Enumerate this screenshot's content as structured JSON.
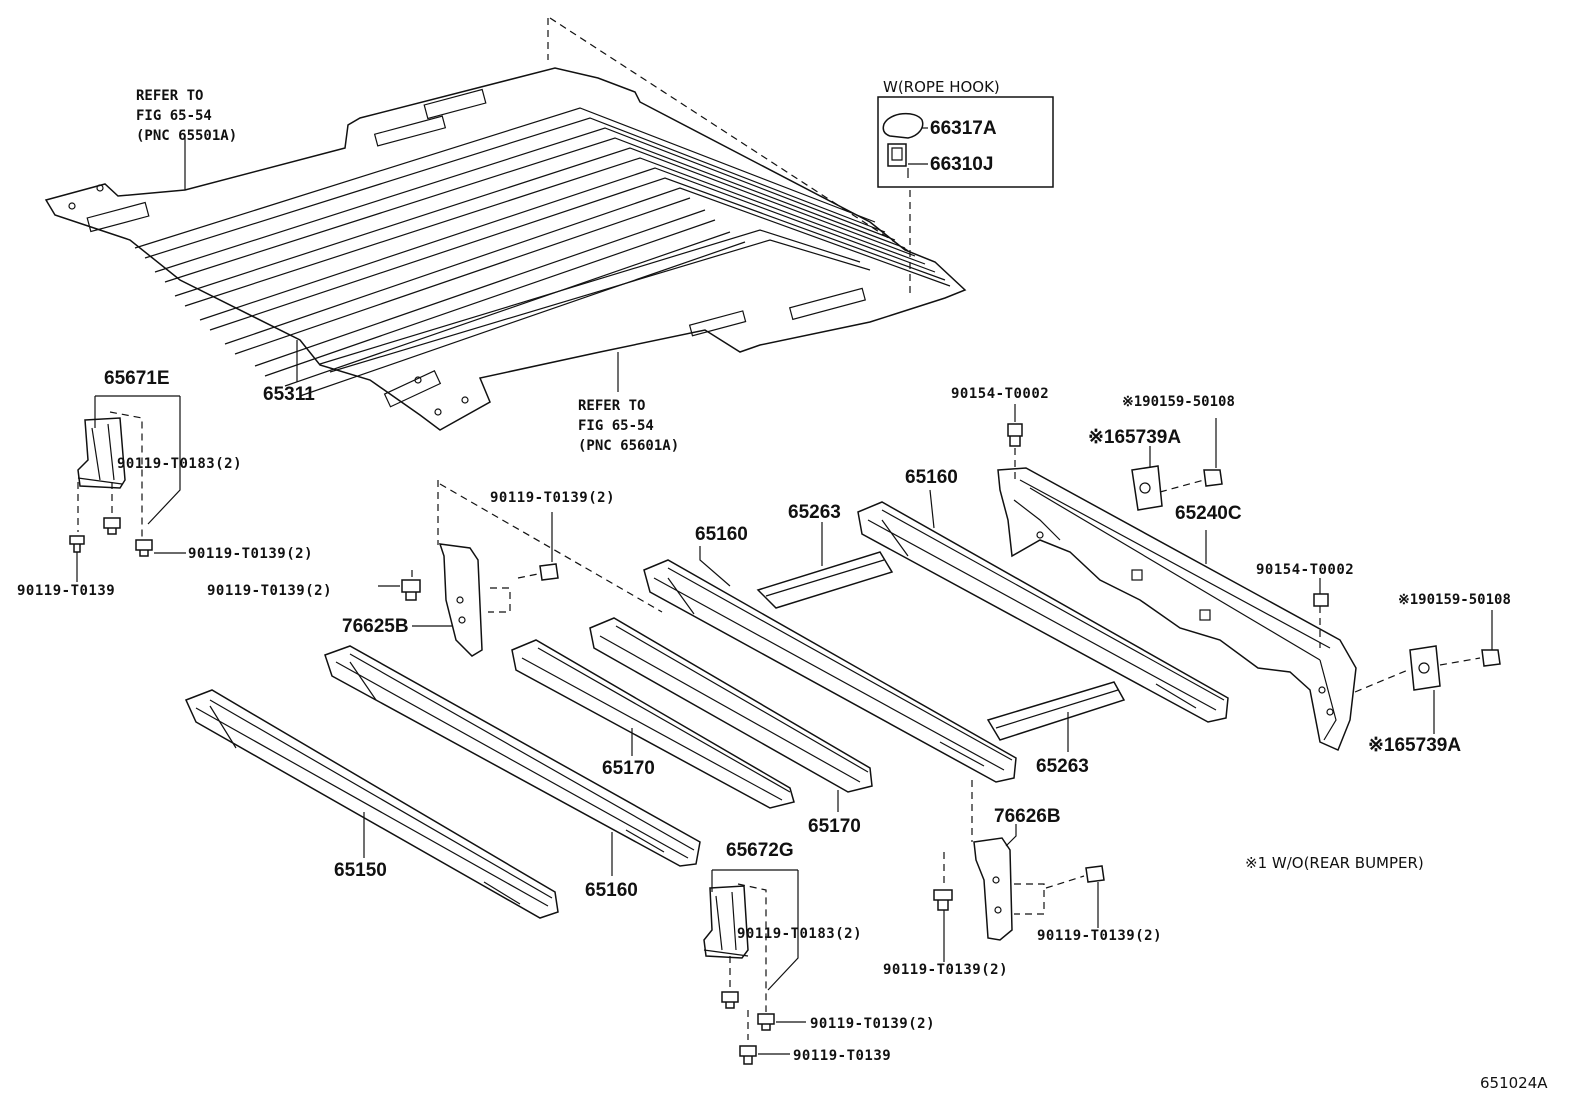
{
  "diagram_code": "651024A",
  "rope_hook_box": {
    "title": "W(ROPE HOOK)"
  },
  "note": "※1 W/O(REAR BUMPER)",
  "refs": {
    "top": "REFER TO\nFIG 65-54\n(PNC 65501A)",
    "bottom": "REFER TO\nFIG 65-54\n(PNC 65601A)"
  },
  "parts": {
    "p66317A": "66317A",
    "p66310J": "66310J",
    "p65311": "65311",
    "p65671E": "65671E",
    "f90119_T0183_2_a": "90119-T0183(2)",
    "f90119_T0139_2_a": "90119-T0139(2)",
    "f90119_T0139_a": "90119-T0139",
    "f90119_T0139_2_b": "90119-T0139(2)",
    "f90119_T0139_2_c": "90119-T0139(2)",
    "p76625B": "76625B",
    "p65160_a": "65160",
    "p65263_a": "65263",
    "p65160_b": "65160",
    "f90154_T0002_a": "90154-T0002",
    "f190159_a": "※190159-50108",
    "p65739A_a": "※165739A",
    "p65240C": "65240C",
    "f90154_T0002_b": "90154-T0002",
    "f190159_b": "※190159-50108",
    "p65739A_b": "※165739A",
    "p65263_b": "65263",
    "p65170_a": "65170",
    "p65170_b": "65170",
    "p65150": "65150",
    "p65160_c": "65160",
    "p65672G": "65672G",
    "f90119_T0183_2_b": "90119-T0183(2)",
    "f90119_T0139_2_d": "90119-T0139(2)",
    "f90119_T0139_b": "90119-T0139",
    "p76626B": "76626B",
    "f90119_T0139_2_e": "90119-T0139(2)",
    "f90119_T0139_2_f": "90119-T0139(2)"
  }
}
